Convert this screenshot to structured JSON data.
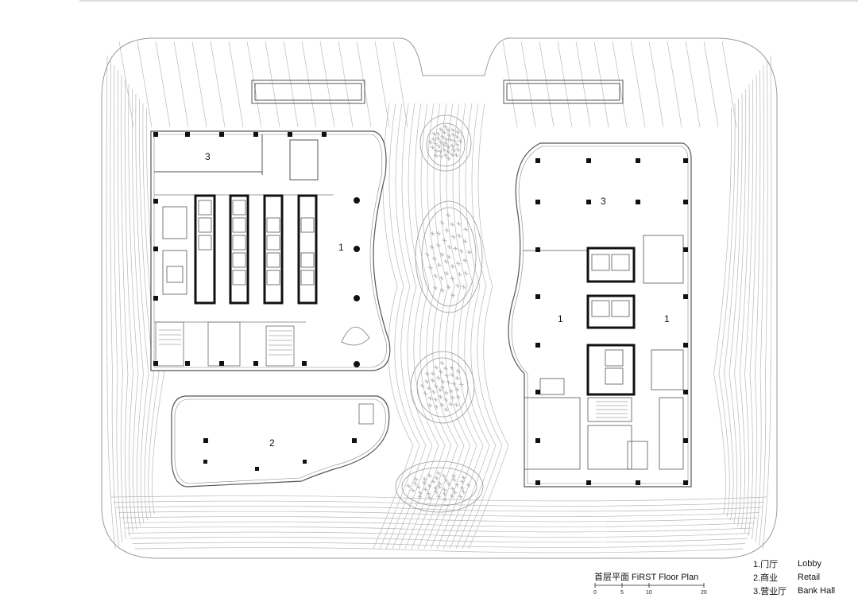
{
  "room_numbers": {
    "tl_bank_hall": "3",
    "left_lobby": "1",
    "retail": "2",
    "right_bank_hall": "3",
    "right_lobby_a": "1",
    "right_lobby_b": "1"
  },
  "caption": "首层平面 FiRST Floor Plan",
  "scale_bar": {
    "ticks": [
      "0",
      "5",
      "10",
      "20"
    ]
  },
  "legend": [
    {
      "num": "1.门厅",
      "en": "Lobby"
    },
    {
      "num": "2.商业",
      "en": "Retail"
    },
    {
      "num": "3.营业厅",
      "en": "Bank Hall"
    }
  ],
  "colors": {
    "line": "#9a9a9a",
    "wall": "#111111",
    "contour": "#b4b4b4"
  }
}
